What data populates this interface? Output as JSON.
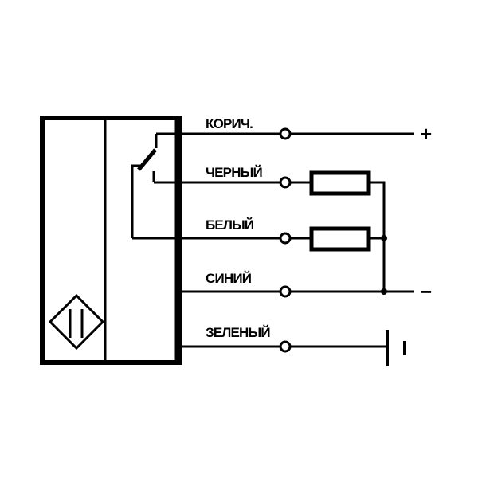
{
  "wires": [
    {
      "id": "brown",
      "label": "КОРИЧ.",
      "terminal_sign": "+"
    },
    {
      "id": "black",
      "label": "ЧЕРНЫЙ"
    },
    {
      "id": "white",
      "label": "БЕЛЫЙ"
    },
    {
      "id": "blue",
      "label": "СИНИЙ",
      "terminal_sign": "−"
    },
    {
      "id": "green",
      "label": "ЗЕЛЕНЫЙ"
    }
  ]
}
